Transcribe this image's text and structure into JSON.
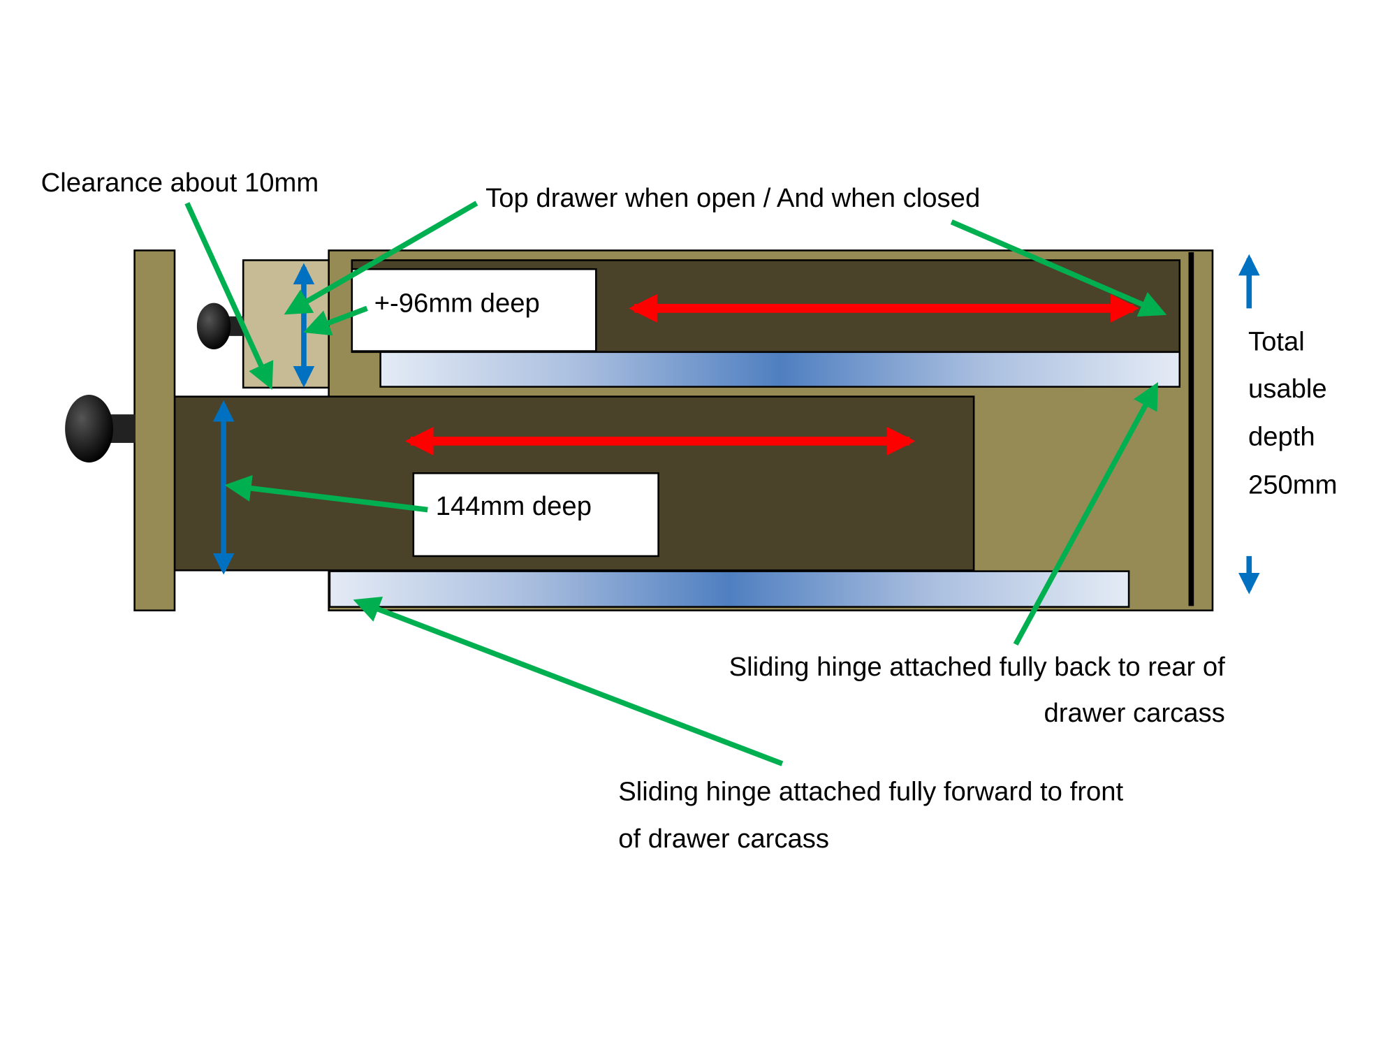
{
  "labels": {
    "clearance": "Clearance about 10mm",
    "top_drawer": "Top drawer when open / And when closed",
    "top_depth": "+-96mm deep",
    "bottom_depth": "144mm deep",
    "total_line1": "Total",
    "total_line2": "usable",
    "total_line3": "depth",
    "total_line4": "250mm",
    "rear_hinge_line1": "Sliding hinge attached fully back to rear of",
    "rear_hinge_line2": "drawer carcass",
    "front_hinge_line1": "Sliding hinge attached fully forward to front",
    "front_hinge_line2": "of drawer carcass"
  },
  "colors": {
    "wood": "#978b55",
    "drawer": "#4a432a",
    "drawer_front_open": "#c6bb94",
    "callout_arrow": "#00b050",
    "travel_arrow": "#ff0000",
    "dimension_arrow": "#0070c0"
  }
}
